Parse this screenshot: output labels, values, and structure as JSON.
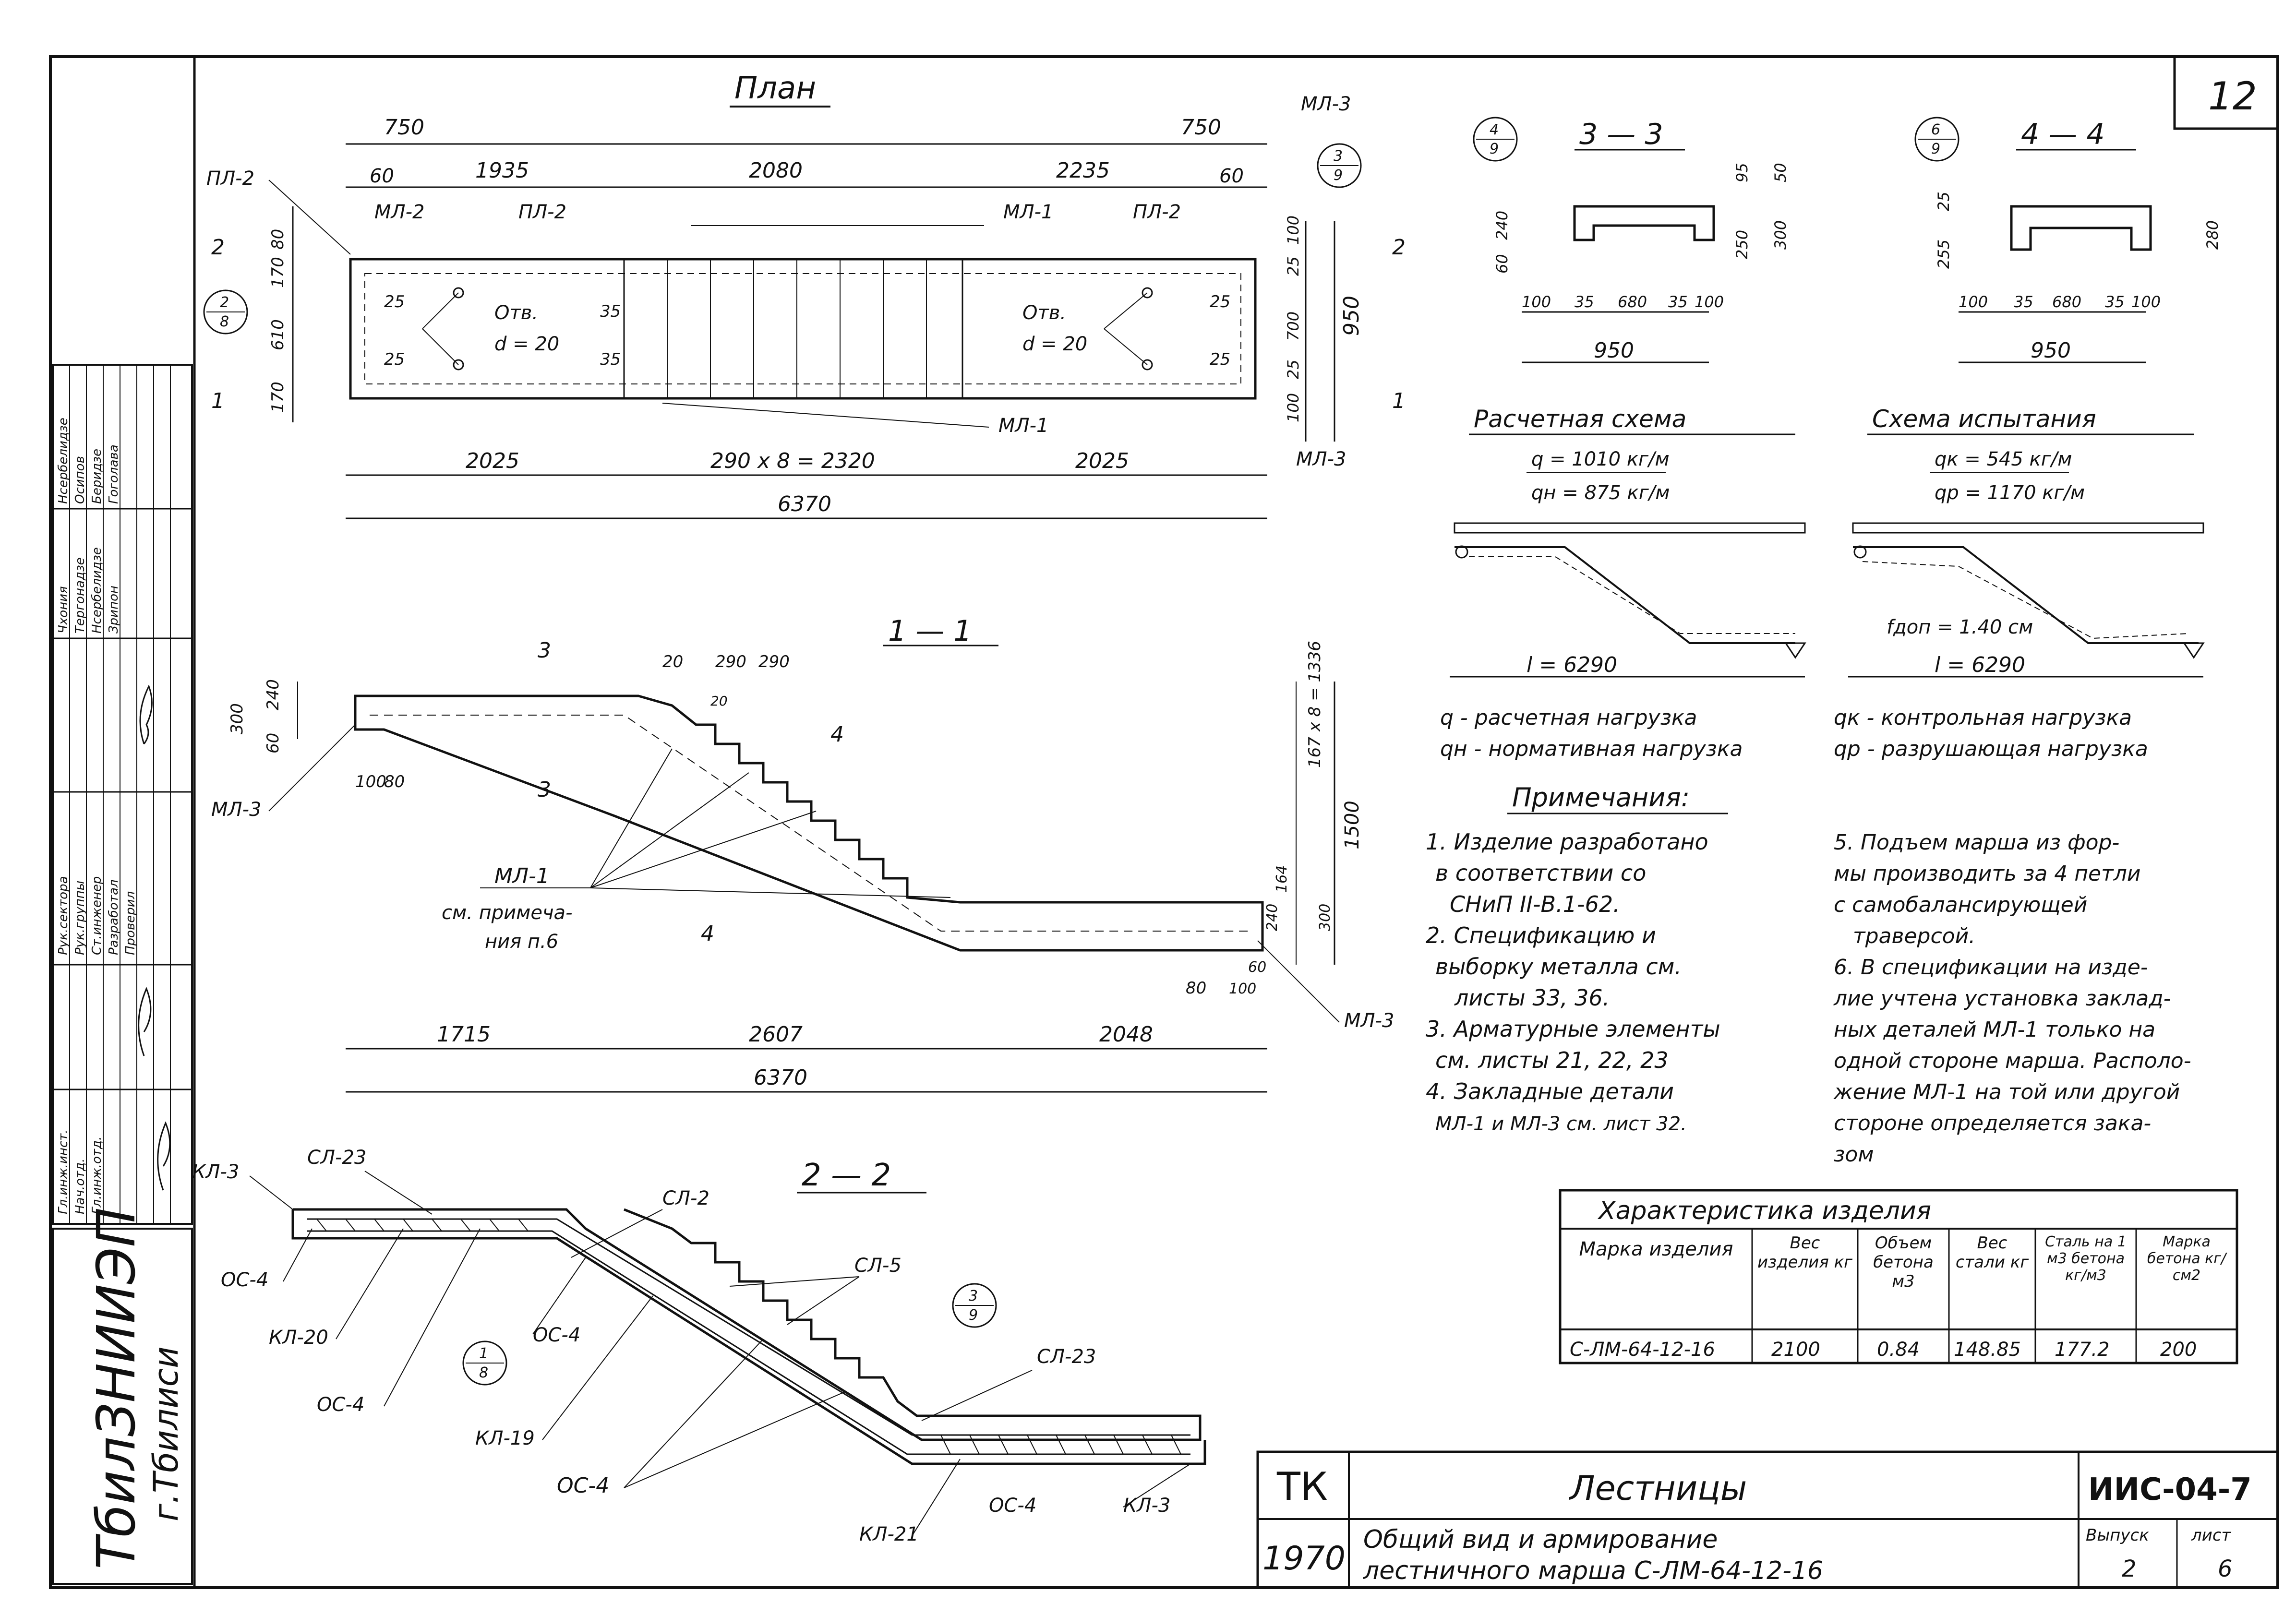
{
  "sheet_no": "12",
  "titles": {
    "plan": "План",
    "s11": "1 — 1",
    "s22": "2 — 2",
    "s33": "3 — 3",
    "s44": "4 — 4",
    "calc": "Расчетная схема",
    "test": "Схема испытания",
    "notes": "Примечания:"
  },
  "plan": {
    "dims_top": [
      "750",
      "750",
      "60",
      "1935",
      "2080",
      "2235",
      "60"
    ],
    "dims_bottom": [
      "2025",
      "290 x 8 = 2320",
      "2025"
    ],
    "total": "6370",
    "dims_left": [
      "80",
      "170",
      "610",
      "170"
    ],
    "dims_right": [
      "100",
      "25",
      "700",
      "25",
      "100",
      "950"
    ],
    "inner": [
      "25",
      "25",
      "35",
      "35",
      "25",
      "25"
    ],
    "opening_1": [
      "Отв.",
      "d = 20"
    ],
    "opening_2": [
      "Отв.",
      "d = 20"
    ],
    "labels": [
      "ПЛ-2",
      "МЛ-2",
      "ПЛ-2",
      "МЛ-1",
      "ПЛ-2",
      "МЛ-3",
      "МЛ-1",
      "МЛ-3"
    ],
    "bubble_left": [
      "2",
      "8"
    ],
    "bubble_right": [
      "3",
      "9"
    ],
    "cut_marks": [
      "2",
      "1",
      "2",
      "1"
    ]
  },
  "sec11": {
    "dims": [
      "20",
      "290",
      "290",
      "20",
      "300",
      "240",
      "60",
      "100",
      "80",
      "1500",
      "167 x 8 = 1336",
      "240",
      "164",
      "300",
      "60",
      "80",
      "100"
    ],
    "bottom": [
      "1715",
      "2607",
      "2048"
    ],
    "total": "6370",
    "labels": [
      "МЛ-3",
      "МЛ-1",
      "см. примеча-",
      "ния п.6",
      "МЛ-3"
    ],
    "cut_marks": [
      "3",
      "3",
      "4",
      "4"
    ]
  },
  "sec33": {
    "bubble": [
      "4",
      "9"
    ],
    "left_dims": [
      "240",
      "60"
    ],
    "right_dims": [
      "95",
      "50",
      "250",
      "300"
    ],
    "bottom": [
      "100",
      "35",
      "680",
      "35",
      "100"
    ],
    "total": "950"
  },
  "sec44": {
    "bubble": [
      "6",
      "9"
    ],
    "left_dims": [
      "25",
      "255"
    ],
    "right_dims": [
      "280"
    ],
    "bottom": [
      "100",
      "35",
      "680",
      "35",
      "100"
    ],
    "total": "950"
  },
  "calc": {
    "q": "q = 1010 кг/м",
    "qn": "qн = 875 кг/м",
    "span": "l = 6290"
  },
  "test": {
    "qk": "qк = 545 кг/м",
    "qp": "qр = 1170 кг/м",
    "defl": "fдоп = 1.40 см",
    "span": "l = 6290"
  },
  "legend": [
    "q - расчетная нагрузка",
    "qн - нормативная нагрузка",
    "qк - контрольная нагрузка",
    "qр - разрушающая нагрузка"
  ],
  "notes_left": [
    "1. Изделие разработано",
    "в соответствии со",
    "СНиП II-В.1-62.",
    "2. Спецификацию и",
    "выборку металла см.",
    "листы 33, 36.",
    "3. Арматурные элементы",
    "см. листы 21, 22, 23",
    "4. Закладные детали",
    "МЛ-1 и МЛ-3 см. лист 32."
  ],
  "notes_right": [
    "5. Подъем марша из фор-",
    "мы производить за 4 петли",
    "с самобалансирующей",
    "траверсой.",
    "6. В спецификации на изде-",
    "лие учтена установка заклад-",
    "ных деталей МЛ-1 только на",
    "одной стороне марша. Располо-",
    "жение МЛ-1 на той или другой",
    "стороне определяется зака-",
    "зом"
  ],
  "sec22": {
    "labels": [
      "КЛ-3",
      "СЛ-23",
      "СЛ-2",
      "СЛ-5",
      "СЛ-23",
      "ОС-4",
      "КЛ-20",
      "ОС-4",
      "ОС-4",
      "КЛ-19",
      "ОС-4",
      "КЛ-21",
      "ОС-4",
      "КЛ-3"
    ],
    "bubble_a": [
      "1",
      "8"
    ],
    "bubble_b": [
      "3",
      "9"
    ]
  },
  "char_table": {
    "title": "Характеристика изделия",
    "headers": [
      "Марка изделия",
      "Вес изделия кг",
      "Объем бетона м3",
      "Вес стали кг",
      "Сталь на 1 м3 бетона кг/м3",
      "Марка бетона кг/см2"
    ],
    "row": [
      "С-ЛМ-64-12-16",
      "2100",
      "0.84",
      "148.85",
      "177.2",
      "200"
    ]
  },
  "stamp": {
    "org": "ТбилЗНИИЭП",
    "city": "г.Тбилиси",
    "code": "ТК",
    "year": "1970",
    "title": "Лестницы",
    "subtitle_1": "Общий вид и армирование",
    "subtitle_2": "лестничного марша С-ЛМ-64-12-16",
    "series": "ИИС-04-7",
    "vypusk_label": "Выпуск",
    "vypusk": "2",
    "list_label": "лист",
    "list": "6"
  },
  "signatures": {
    "roles": [
      "Гл.инж.инст.",
      "Нач.отд.",
      "Гл.инж.отд.",
      "Рук.сектора",
      "Рук.группы",
      "Ст.инженер",
      "Разработал",
      "Проверил"
    ],
    "names": [
      "Чхония",
      "Тергонадзе",
      "Нсербелидзе",
      "Зрипон",
      "Нсербелидзе",
      "Осипов",
      "Беридзе",
      "Гоголава"
    ]
  }
}
